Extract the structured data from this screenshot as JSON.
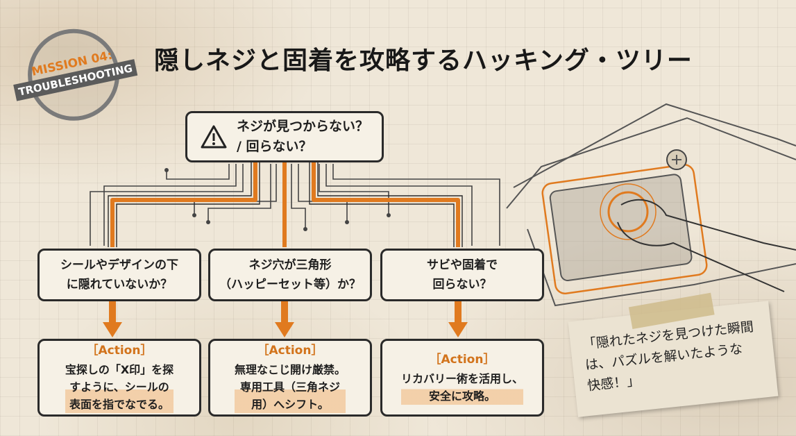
{
  "stamp": {
    "line1": "MISSION 04:",
    "line2": "TROUBLESHOOTING"
  },
  "title": "隠しネジと固着を攻略するハッキング・ツリー",
  "root": {
    "icon": "warning-icon",
    "text_line1": "ネジが見つからない？",
    "text_line2": "/ 回らない？"
  },
  "questions": [
    {
      "text": "シールやデザインの下\nに隠れていないか？"
    },
    {
      "text": "ネジ穴が三角形\n（ハッピーセット等）か？"
    },
    {
      "text": "サビや固着で\n回らない？"
    }
  ],
  "actions": [
    {
      "tag": "［Action］",
      "body": "宝探しの「X印」を探\nすように、シールの\n表面を指でなでる。"
    },
    {
      "tag": "［Action］",
      "body": "無理なこじ開け厳禁。\n専用工具（三角ネジ\n用）へシフト。"
    },
    {
      "tag": "［Action］",
      "body": "リカバリー術を活用し、\n安全に攻略。"
    }
  ],
  "note": {
    "text": "「隠れたネジを見つけた瞬間\nは、パズルを解いたような\n快感！」"
  },
  "colors": {
    "accent": "#e07a1f",
    "ink": "#2a2a2a",
    "paper": "#efe7d8"
  }
}
